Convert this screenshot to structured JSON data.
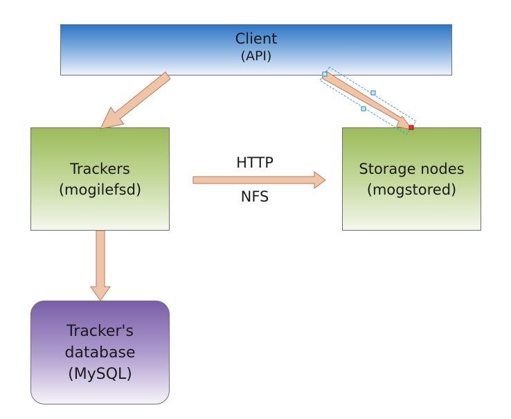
{
  "client": {
    "line1": "Client",
    "line2": "(API)"
  },
  "trackers": {
    "line1": "Trackers",
    "line2": "(mogilefsd)"
  },
  "storage": {
    "line1": "Storage nodes",
    "line2": "(mogstored)"
  },
  "database": {
    "line1": "Tracker's",
    "line2": "database",
    "line3": "(MySQL)"
  },
  "connection": {
    "top_label": "HTTP",
    "bottom_label": "NFS"
  },
  "colors": {
    "arrow_fill": "#f2c4a6",
    "arrow_stroke": "#b07a5d",
    "client": "#2e75c4",
    "green": "#9bbb59",
    "purple": "#7a5ea8"
  }
}
